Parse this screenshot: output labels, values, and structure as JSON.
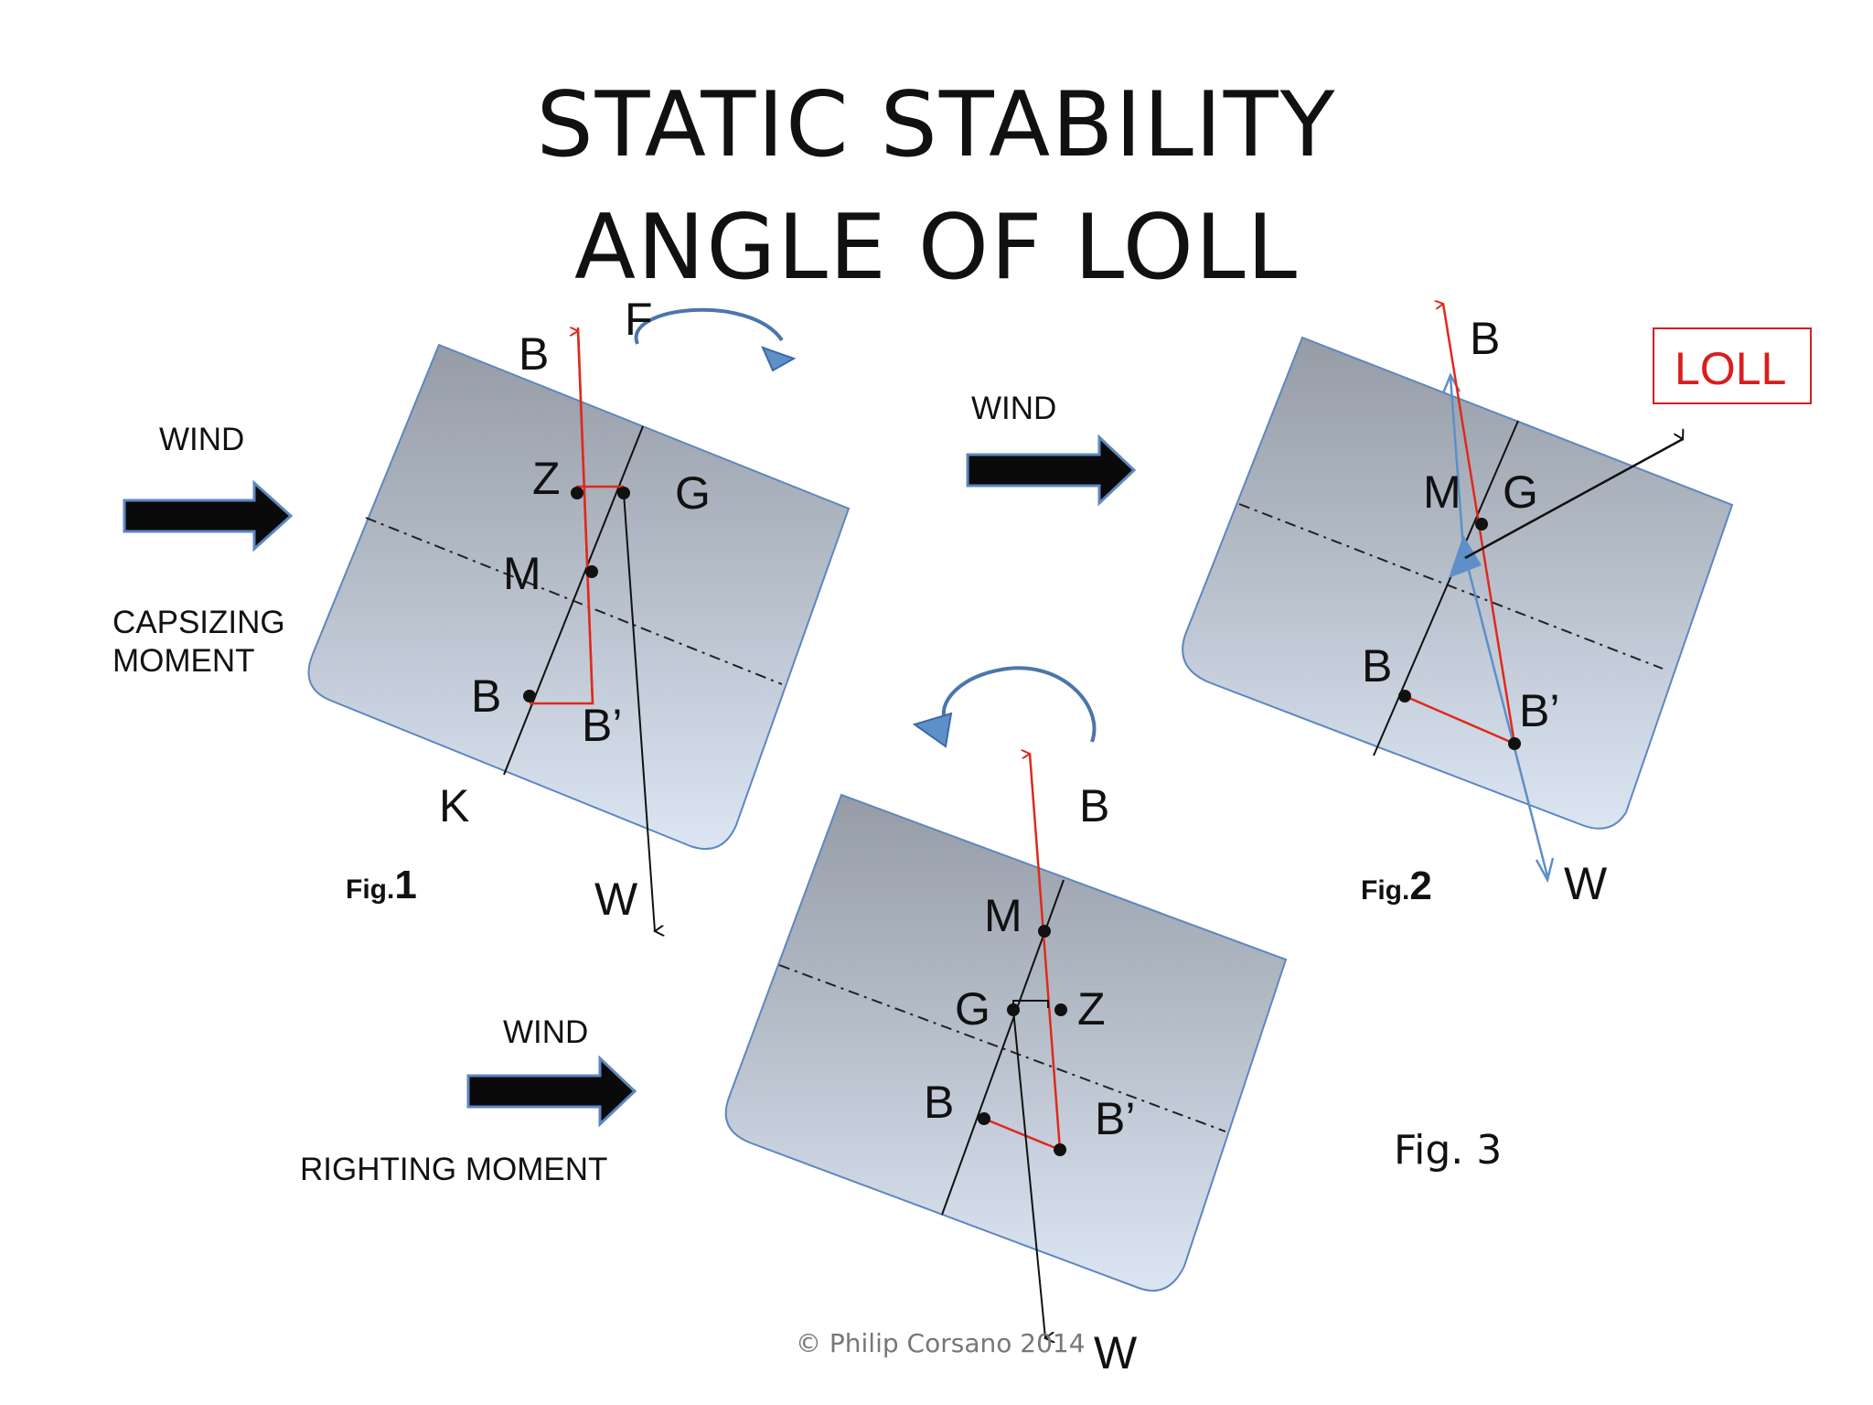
{
  "title": {
    "line1": "STATIC  STABILITY",
    "line2": "ANGLE OF LOLL"
  },
  "colors": {
    "red": "#e0291c",
    "blue_arrow": "#5e8fc8",
    "hull_top": "#959ca6",
    "hull_bottom": "#dbe5f2",
    "loll_box": "#d81e1e"
  },
  "fig1": {
    "letters": {
      "f": "F",
      "b_top": "B",
      "z": "Z",
      "g": "G",
      "m": "M",
      "b": "B",
      "b_prime": "B’",
      "k": "K",
      "w": "W"
    },
    "wind": "WIND",
    "moment_line1": "CAPSIZING",
    "moment_line2": "MOMENT",
    "fig_prefix": "Fig.",
    "fig_number": "1"
  },
  "fig2": {
    "letters": {
      "b_top": "B",
      "m": "M",
      "g": "G",
      "b": "B",
      "b_prime": "B’",
      "w": "W"
    },
    "wind": "WIND",
    "loll_label": "LOLL",
    "fig_prefix": "Fig.",
    "fig_number": "2"
  },
  "fig3": {
    "letters": {
      "b_top": "B",
      "m": "M",
      "g": "G",
      "z": "Z",
      "b": "B",
      "b_prime": "B’",
      "w": "W"
    },
    "wind": "WIND",
    "moment": "RIGHTING  MOMENT",
    "caption": "Fig. 3"
  },
  "copyright": "© Philip Corsano 2014"
}
